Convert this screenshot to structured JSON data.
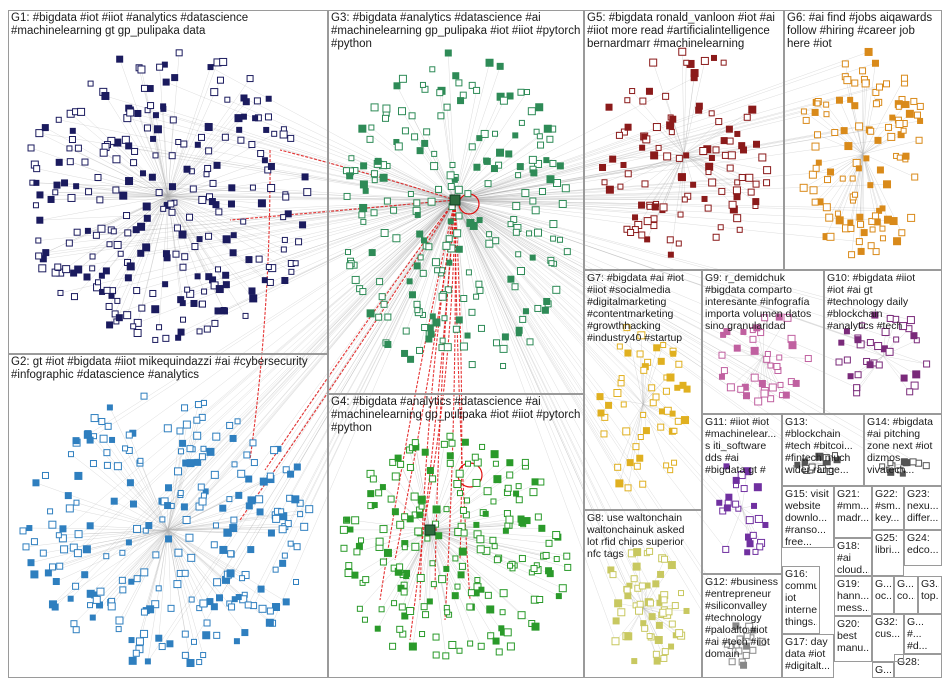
{
  "groups": [
    {
      "id": "G1",
      "text": "G1: #bigdata #iot #iiot #analytics #datascience\n#machinelearning gt gp_pulipaka data",
      "color": "#1b1b5e"
    },
    {
      "id": "G2",
      "text": "G2: gt #iot #bigdata #iiot mikequindazzi #ai #cybersecurity\n#infographic #datascience #analytics",
      "color": "#2f7fbf"
    },
    {
      "id": "G3",
      "text": "G3: #bigdata #analytics #datascience #ai\n#machinelearning gp_pulipaka #iot #iiot #pytorch\n#python",
      "color": "#2e8b57"
    },
    {
      "id": "G4",
      "text": "G4: #bigdata #analytics #datascience #ai\n#machinelearning gp_pulipaka #iot #iiot #pytorch\n#python",
      "color": "#2a9a2a"
    },
    {
      "id": "G5",
      "text": "G5: #bigdata ronald_vanloon #iot #ai\n#iiot more read #artificialintelligence\nbernardmarr #machinelearning",
      "color": "#8b1a1a"
    },
    {
      "id": "G6",
      "text": "G6: #ai find #jobs aiqawards\nfollow #hiring #career job\nhere #iot",
      "color": "#d98a1a"
    },
    {
      "id": "G7",
      "text": "G7: #bigdata #ai #iot\n#iiot #socialmedia\n#digitalmarketing\n#contentmarketing\n#growthhacking\n#industry40 #startup",
      "color": "#e0b020"
    },
    {
      "id": "G8",
      "text": "G8: use waltonchain\nwaltonchainuk asked\nlot rfid chips superior\nnfc tags",
      "color": "#c8c860"
    },
    {
      "id": "G9",
      "text": "G9: r_demidchuk\n#bigdata comparto\ninteresante #infografía\nimporta volumen datos\nsino granularidad",
      "color": "#c060a0"
    },
    {
      "id": "G10",
      "text": "G10: #bigdata #iiot\n#iot #ai gt\n#technology daily\n#blockchain\n#analytics #tech",
      "color": "#7a2a7a"
    },
    {
      "id": "G11",
      "text": "G11: #iiot #iot\n#machinelear...\ns iti_software\ndds #ai\n#bigdata gt #",
      "color": "#7030a0"
    },
    {
      "id": "G12",
      "text": "G12: #business\n#entrepreneur\n#siliconvalley\n#technology\n#paloalto #iot\n#ai #tech #iiot\ndomain",
      "color": "#888888"
    },
    {
      "id": "G13",
      "text": "G13:\n#blockchain\n#tech #bitcoi...\n#fintech much\nwider range...",
      "color": "#555555"
    },
    {
      "id": "G14",
      "text": "G14: #bigdata\n#ai pitching\nzone next #iot\ndizmos\nvivatech...",
      "color": "#555555"
    },
    {
      "id": "G15",
      "text": "G15: visit\nwebsite\ndownlo...\n#ranso...\nfree...",
      "color": "#555555"
    },
    {
      "id": "G16",
      "text": "G16:\ncommu...\niot\ninternet\nthings...",
      "color": "#555555"
    },
    {
      "id": "G17",
      "text": "G17: day\ndata #iot\n#digitalt...",
      "color": "#555555"
    },
    {
      "id": "G18",
      "text": "G18:\n#ai\ncloud...",
      "color": "#555555"
    },
    {
      "id": "G19",
      "text": "G19:\nhann...\nmess...",
      "color": "#555555"
    },
    {
      "id": "G20",
      "text": "G20:\nbest\nmanu...",
      "color": "#555555"
    },
    {
      "id": "G21",
      "text": "G21:\n#mm...\nmadr...",
      "color": "#555555"
    },
    {
      "id": "G22",
      "text": "G22:\n#sm...\nkey...",
      "color": "#555555"
    },
    {
      "id": "G23",
      "text": "G23:\nnexu...\ndiffer...",
      "color": "#555555"
    },
    {
      "id": "G24",
      "text": "G24:\nedco...",
      "color": "#555555"
    },
    {
      "id": "G25",
      "text": "G25:\nlibri...",
      "color": "#555555"
    },
    {
      "id": "G26",
      "text": "G...\noc...",
      "color": "#555555"
    },
    {
      "id": "G27",
      "text": "G3...\ntop...",
      "color": "#555555"
    },
    {
      "id": "G28",
      "text": "G...\nco...",
      "color": "#555555"
    },
    {
      "id": "G29",
      "text": "G28:",
      "color": "#555555"
    },
    {
      "id": "G30",
      "text": "G...\n#...\n#d...",
      "color": "#555555"
    },
    {
      "id": "G32",
      "text": "G32:\ncus...",
      "color": "#555555"
    },
    {
      "id": "G33",
      "text": "G...\n#...",
      "color": "#555555"
    }
  ]
}
